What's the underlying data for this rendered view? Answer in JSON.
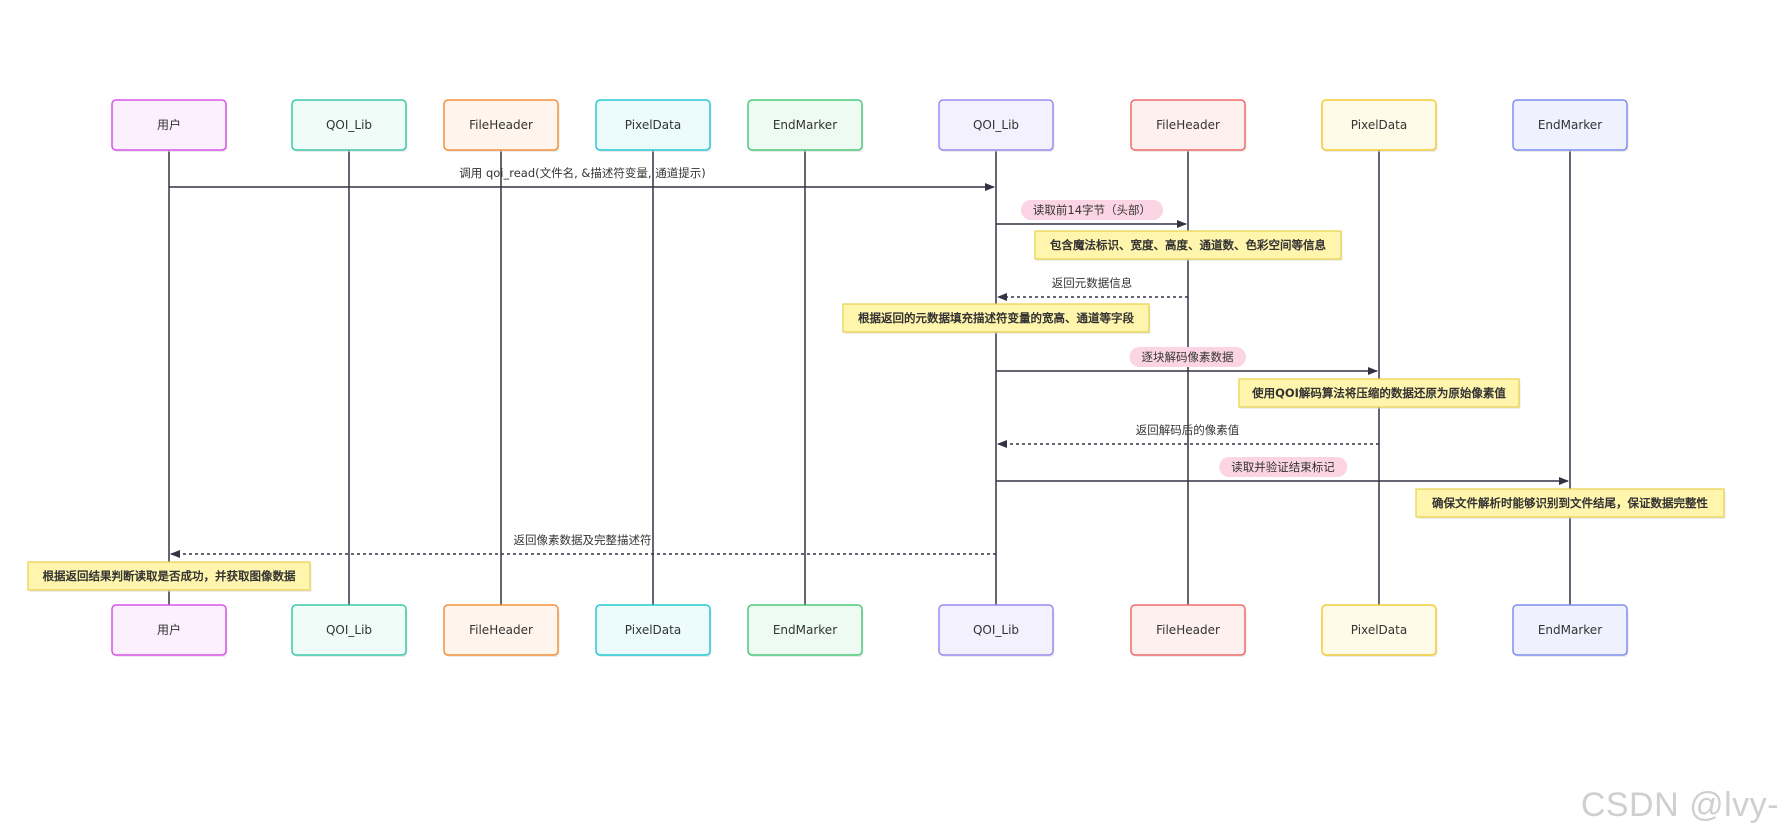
{
  "participants": [
    {
      "id": "user",
      "label": "用户",
      "border": "#d855e8",
      "fill": "#fdf0fe"
    },
    {
      "id": "lib1",
      "label": "QOI_Lib",
      "border": "#3cc9a8",
      "fill": "#effcf8"
    },
    {
      "id": "fh1",
      "label": "FileHeader",
      "border": "#f2913c",
      "fill": "#fff5ec"
    },
    {
      "id": "pd1",
      "label": "PixelData",
      "border": "#28c8d6",
      "fill": "#ecfcfd"
    },
    {
      "id": "em1",
      "label": "EndMarker",
      "border": "#4fc97c",
      "fill": "#eefbf2"
    },
    {
      "id": "lib2",
      "label": "QOI_Lib",
      "border": "#9a8cf0",
      "fill": "#f3f1fe"
    },
    {
      "id": "fh2",
      "label": "FileHeader",
      "border": "#f06b6b",
      "fill": "#fff0f0"
    },
    {
      "id": "pd2",
      "label": "PixelData",
      "border": "#f2cc35",
      "fill": "#fffbe8"
    },
    {
      "id": "em2",
      "label": "EndMarker",
      "border": "#7f8ff0",
      "fill": "#eff2fe"
    }
  ],
  "messages": [
    {
      "id": "call-read",
      "from": "user",
      "to": "lib2",
      "label": "调用 qoi_read(文件名, &描述符变量, 通道提示)",
      "style": "solid",
      "highlight": false
    },
    {
      "id": "read-header",
      "from": "lib2",
      "to": "fh2",
      "label": "读取前14字节（头部）",
      "style": "solid",
      "highlight": true
    },
    {
      "id": "return-meta",
      "from": "fh2",
      "to": "lib2",
      "label": "返回元数据信息",
      "style": "dashed",
      "highlight": false
    },
    {
      "id": "decode-pixels",
      "from": "lib2",
      "to": "pd2",
      "label": "逐块解码像素数据",
      "style": "solid",
      "highlight": true
    },
    {
      "id": "return-pixels",
      "from": "pd2",
      "to": "lib2",
      "label": "返回解码后的像素值",
      "style": "dashed",
      "highlight": false
    },
    {
      "id": "verify-end",
      "from": "lib2",
      "to": "em2",
      "label": "读取并验证结束标记",
      "style": "solid",
      "highlight": true
    },
    {
      "id": "return-result",
      "from": "lib2",
      "to": "user",
      "label": "返回像素数据及完整描述符",
      "style": "dashed",
      "highlight": false
    }
  ],
  "notes": [
    {
      "id": "note-header",
      "text": "包含魔法标识、宽度、高度、通道数、色彩空间等信息"
    },
    {
      "id": "note-fill",
      "text": "根据返回的元数据填充描述符变量的宽高、通道等字段"
    },
    {
      "id": "note-decode",
      "text": "使用QOI解码算法将压缩的数据还原为原始像素值"
    },
    {
      "id": "note-end",
      "text": "确保文件解析时能够识别到文件结尾，保证数据完整性"
    },
    {
      "id": "note-result",
      "text": "根据返回结果判断读取是否成功，并获取图像数据"
    }
  ],
  "colors": {
    "line": "#333344",
    "note_fill": "#fff5ad",
    "note_border": "#e8d04a",
    "highlight_fill": "#fbd5e3"
  },
  "watermark": "CSDN @lvy-"
}
